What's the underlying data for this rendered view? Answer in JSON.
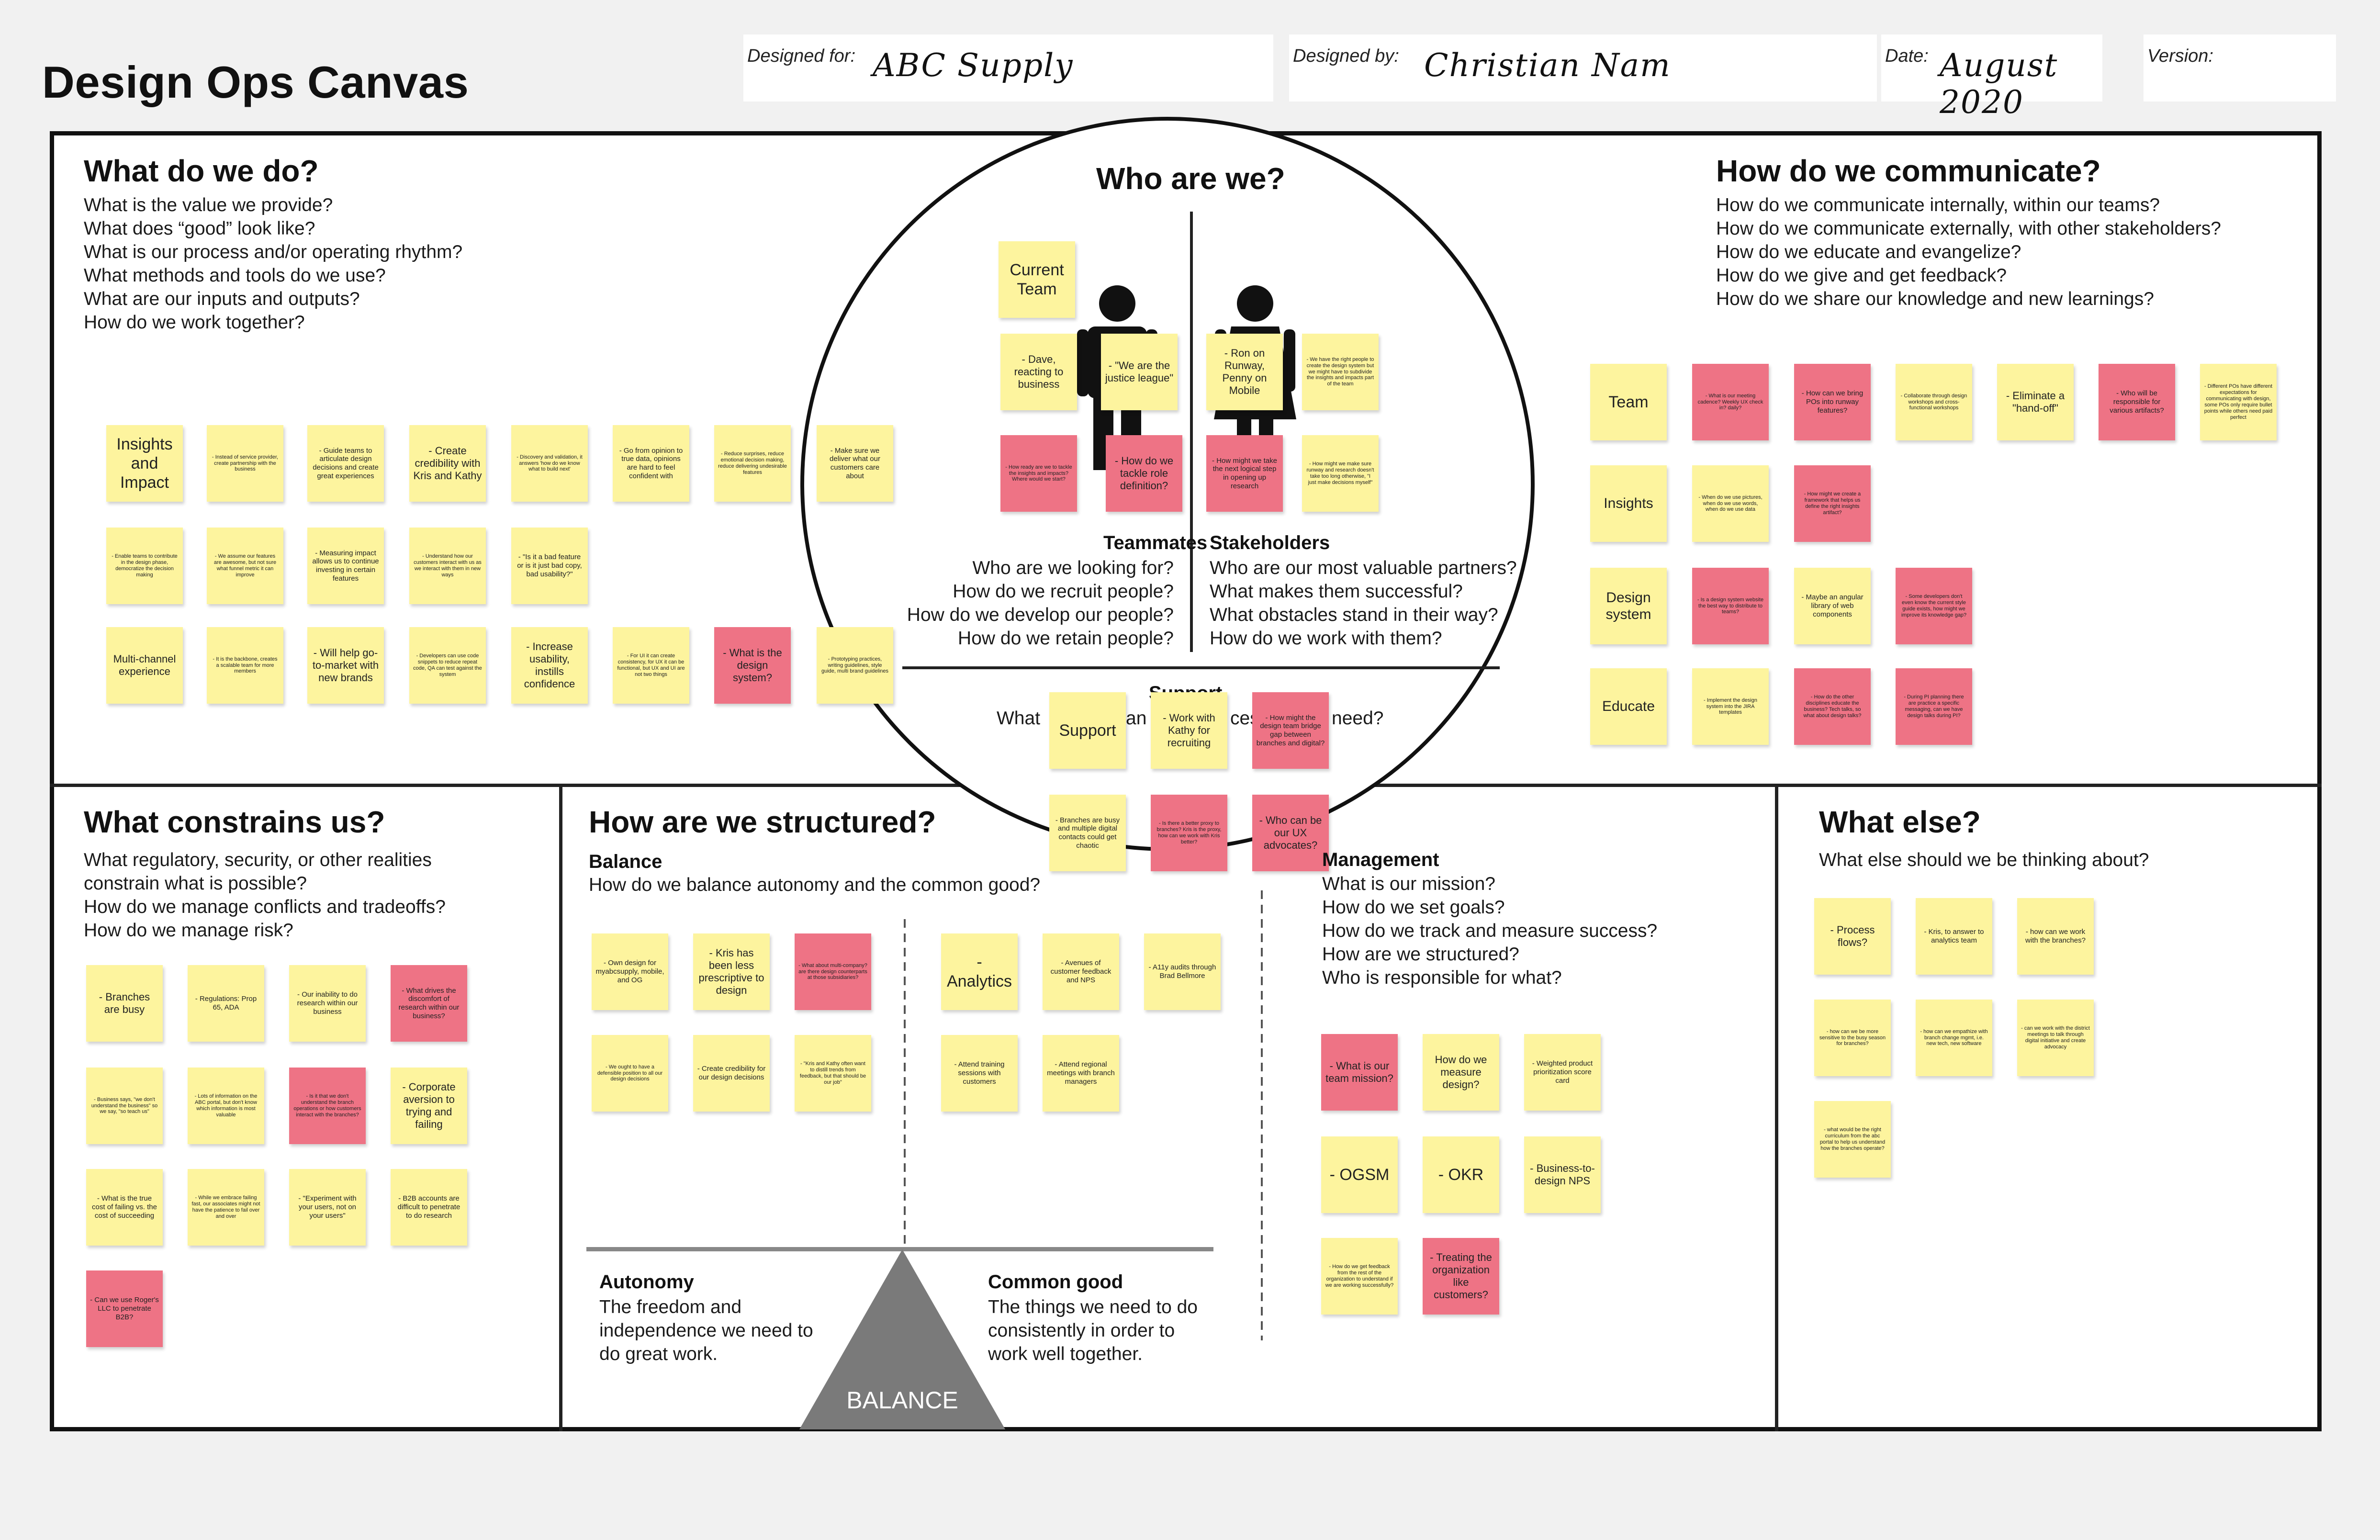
{
  "header": {
    "title": "Design Ops Canvas",
    "designed_for_label": "Designed for:",
    "designed_for": "ABC Supply",
    "designed_by_label": "Designed by:",
    "designed_by": "Christian Nam",
    "date_label": "Date:",
    "date": "August 2020",
    "version_label": "Version:"
  },
  "what_do_we_do": {
    "title": "What do we do?",
    "questions": [
      "What is the value we provide?",
      "What does “good” look like?",
      "What is our process and/or operating rhythm?",
      "What methods and tools do we use?",
      "What are our inputs and outputs?",
      "How do we work together?"
    ],
    "notes": [
      "Insights and Impact",
      "- Instead of service provider, create partnership with the business",
      "- Guide teams to articulate design decisions and create great experiences",
      "- Create credibility with Kris and Kathy",
      "- Discovery and validation, it answers 'how do we know what to build next'",
      "- Go from opinion to true data, opinions are hard to feel confident with",
      "- Reduce surprises, reduce emotional decision making, reduce delivering undesirable features",
      "- Make sure we deliver what our customers care about",
      "- Enable teams to contribute in the design phase, democratize the decision making",
      "- We assume our features are awesome, but not sure what funnel metric it can improve",
      "- Measuring impact allows us to continue investing in certain features",
      "- Understand how our customers interact with us as we interact with them in new ways",
      "- \"Is it a bad feature or is it just bad copy, bad usability?\"",
      "Multi-channel experience",
      "- It is the backbone, creates a scalable team for more members",
      "- Will help go-to-market with new brands",
      "- Developers can use code snippets to reduce repeat code, QA can test against the system",
      "- Increase usability, instills confidence",
      "- For UI it can create consistency, for UX it can be functional, but UX and UI are not two things",
      "- What is the design system?",
      "- Prototyping practices, writing guidelines, style guide, multi brand guidelines"
    ]
  },
  "who_are_we": {
    "title": "Who are we?",
    "teammates_title": "Teammates",
    "teammates_questions": [
      "Who are we looking for?",
      "How do we recruit people?",
      "How do we develop our people?",
      "How do we retain people?"
    ],
    "stakeholders_title": "Stakeholders",
    "stakeholders_questions": [
      "Who are our most valuable partners?",
      "What makes them successful?",
      "What obstacles stand in their way?",
      "How do we work with them?"
    ],
    "support_title": "Support",
    "support_question_start": "What",
    "support_question_mid": "an",
    "support_question_mid2": "ces",
    "support_question_end": "need?",
    "notes": [
      "Current Team",
      "- Dave, reacting to business",
      "- \"We are the justice league\"",
      "- How ready are we to tackle the insights and impacts? Where would we start?",
      "- How do we tackle role definition?",
      "- Ron on Runway, Penny on Mobile",
      "- We have the right people to create the design system but we might have to subdivide the insights and impacts part of the team",
      "- How might we take the next logical step in opening up research",
      "- How might we make sure runway and research doesn't take too long otherwise, \"I just make decisions myself\"",
      "Support",
      "- Work with Kathy for recruiting",
      "- How might the design team bridge gap between branches and digital?",
      "- Branches are busy and multiple digital contacts could get chaotic",
      "- Is there a better proxy to branches? Kris is the proxy, how can we work with Kris better?",
      "- Who can be our UX advocates?"
    ]
  },
  "how_communicate": {
    "title": "How do we communicate?",
    "questions": [
      "How do we communicate internally, within our teams?",
      "How do we communicate externally, with other stakeholders?",
      "How do we educate and evangelize?",
      "How do we give and get feedback?",
      "How do we share our knowledge and new learnings?"
    ],
    "notes": [
      "Team",
      "- What is our meeting cadence? Weekly UX check in? daily?",
      "- How can we bring POs into runway features?",
      "- Collaborate through design workshops and cross-functional workshops",
      "- Eliminate a \"hand-off\"",
      "- Who will be responsible for various artifacts?",
      "- Different POs have different expectations for communicating with design, some POs only require bullet points while others need paid perfect",
      "Insights",
      "- When do we use pictures, when do we use words, when do we use data",
      "- How might we create a framework that helps us define the right insights artifact?",
      "Design system",
      "- Is a design system website the best way to distribute to teams?",
      "- Maybe an angular library of web components",
      "- Some developers don't even know the current style guide exists, how might we improve its knowledge gap?",
      "Educate",
      "- Implement the design system into the JIRA templates",
      "- How do the other disciplines educate the business? Tech talks, so what about design talks?",
      "- During PI planning there are practice a specific messaging, can we have design talks during PI?"
    ]
  },
  "constrains": {
    "title": "What constrains us?",
    "questions": [
      "What regulatory, security, or other realities",
      "constrain what is possible?",
      "How do we manage conflicts and tradeoffs?",
      "How do we manage risk?"
    ],
    "notes": [
      "- Branches are busy",
      "- Regulations: Prop 65, ADA",
      "- Our inability to do research within our business",
      "- What drives the discomfort of research within our business?",
      "- Business says, \"we don't understand the business\" so we say, \"so teach us\"",
      "- Lots of information on the ABC portal, but don't know which information is most valuable",
      "- Is it that we don't understand the branch operations or how customers interact with the branches?",
      "- Corporate aversion to trying and failing",
      "- What is the true cost of failing vs. the cost of succeeding",
      "- While we embrace failing fast, our associates might not have the patience to fail over and over",
      "- \"Experiment with your users, not on your users\"",
      "- B2B accounts are difficult to penetrate to do research",
      "- Can we use Roger's LLC to penetrate B2B?"
    ]
  },
  "structured": {
    "title": "How are we structured?",
    "balance_title": "Balance",
    "balance_question": "How do we balance autonomy and the common good?",
    "management_title": "Management",
    "management_questions": [
      "What is our mission?",
      "How do we set goals?",
      "How do we track and measure success?",
      "How are we structured?",
      "Who is responsible for what?"
    ],
    "autonomy_title": "Autonomy",
    "autonomy_text": [
      "The freedom and",
      "independence we need to",
      "do great work."
    ],
    "common_title": "Common good",
    "common_text": [
      "The things we need to do",
      "consistently in order to",
      "work well together."
    ],
    "balance_label": "BALANCE",
    "notes": [
      "- Own design for myabcsupply, mobile, and OG",
      "- Kris has been less prescriptive to design",
      "- What about multi-company? are there design counterparts at those subsidiaries?",
      "- We ought to have a defensible position to all our design decisions",
      "- Create credibility for our design decisions",
      "- \"Kris and Kathy often want to distill trends from feedback, but that should be our job\"",
      "- Analytics",
      "- Avenues of customer feedback and NPS",
      "- A11y audits through Brad Bellmore",
      "- Attend training sessions with customers",
      "- Attend regional meetings with branch managers",
      "- What is our team mission?",
      "How do we measure design?",
      "- Weighted product prioritization score card",
      "- OGSM",
      "- OKR",
      "- Business-to-design NPS",
      "- How do we get feedback from the rest of the organization to understand if we are working successfully?",
      "- Treating the organization like customers?"
    ]
  },
  "what_else": {
    "title": "What else?",
    "question": "What else should we be thinking about?",
    "notes": [
      "- Process flows?",
      "- Kris, to answer to analytics team",
      "- how can we work with the branches?",
      "- how can we be more sensitive to the busy season for branches?",
      "- how can we empathize with branch change mgmt, i.e. new tech, new software",
      "- can we work with the district meetings to talk through digital initiative and create advocacy",
      "- what would be the right curriculum from the abc portal to help us understand how the branches operate?"
    ]
  },
  "colors": {
    "yellow": "#fdf49e",
    "pink": "#ee7385",
    "balance_triangle": "#7a7a7a"
  }
}
